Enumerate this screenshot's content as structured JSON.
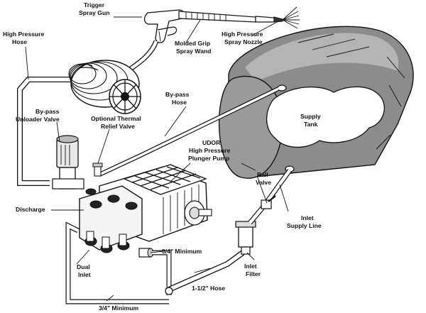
{
  "labels": {
    "trigger_spray_gun_1": "Trigger",
    "trigger_spray_gun_2": "Spray Gun",
    "high_pressure_hose_1": "High Pressure",
    "high_pressure_hose_2": "Hose",
    "molded_grip_1": "Molded Grip",
    "molded_grip_2": "Spray Wand",
    "spray_nozzle_1": "High Pressure",
    "spray_nozzle_2": "Spray Nozzle",
    "bypass_hose_1": "By-pass",
    "bypass_hose_2": "Hose",
    "bypass_unloader_1": "By-pass",
    "bypass_unloader_2": "Unloader Valve",
    "thermal_relief_1": "Optional Thermal",
    "thermal_relief_2": "Relief Valve",
    "supply_tank_1": "Supply",
    "supply_tank_2": "Tank",
    "pump_1": "UDOR",
    "pump_2": "High Pressure",
    "pump_3": "Plunger Pump",
    "ball_valve_1": "Ball",
    "ball_valve_2": "Valve",
    "discharge": "Discharge",
    "inlet_supply_1": "Inlet",
    "inlet_supply_2": "Supply Line",
    "min_34_upper": "3/4\" Minimum",
    "dual_inlet_1": "Dual",
    "dual_inlet_2": "Inlet",
    "inlet_filter_1": "Inlet",
    "inlet_filter_2": "Filter",
    "hose_112": "1-1/2\" Hose",
    "min_34_lower": "3/4\" Minimum"
  }
}
